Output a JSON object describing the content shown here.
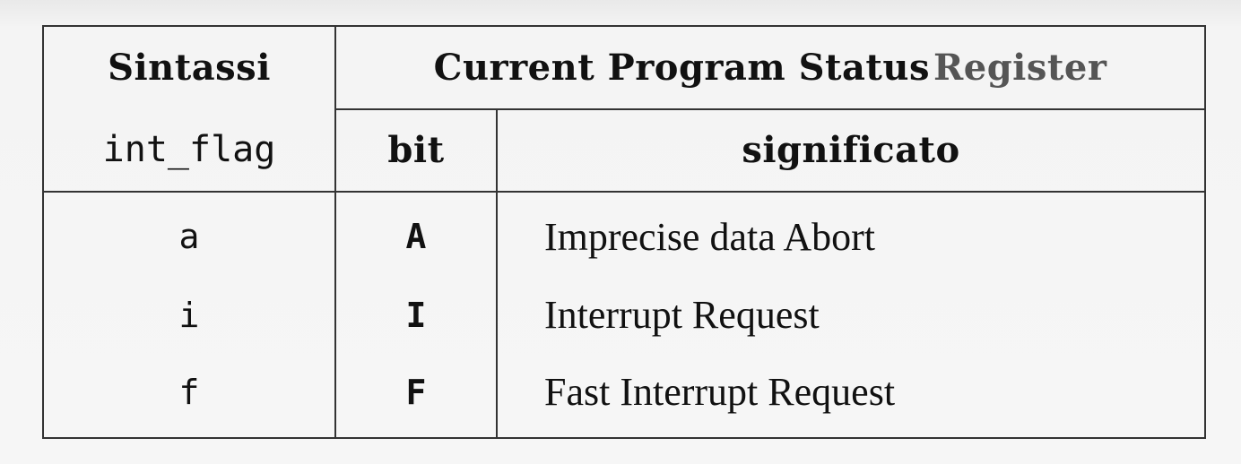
{
  "table": {
    "header": {
      "col1_top": "Sintassi",
      "col1_bottom": "int_flag",
      "group_title_main": "Current Program Status",
      "group_title_last": "Register",
      "col2": "bit",
      "col3": "significato"
    },
    "rows": [
      {
        "flag": "a",
        "bit": "A",
        "meaning": "Imprecise data Abort"
      },
      {
        "flag": "i",
        "bit": "I",
        "meaning": "Interrupt Request"
      },
      {
        "flag": "f",
        "bit": "F",
        "meaning": "Fast Interrupt Request"
      }
    ]
  }
}
